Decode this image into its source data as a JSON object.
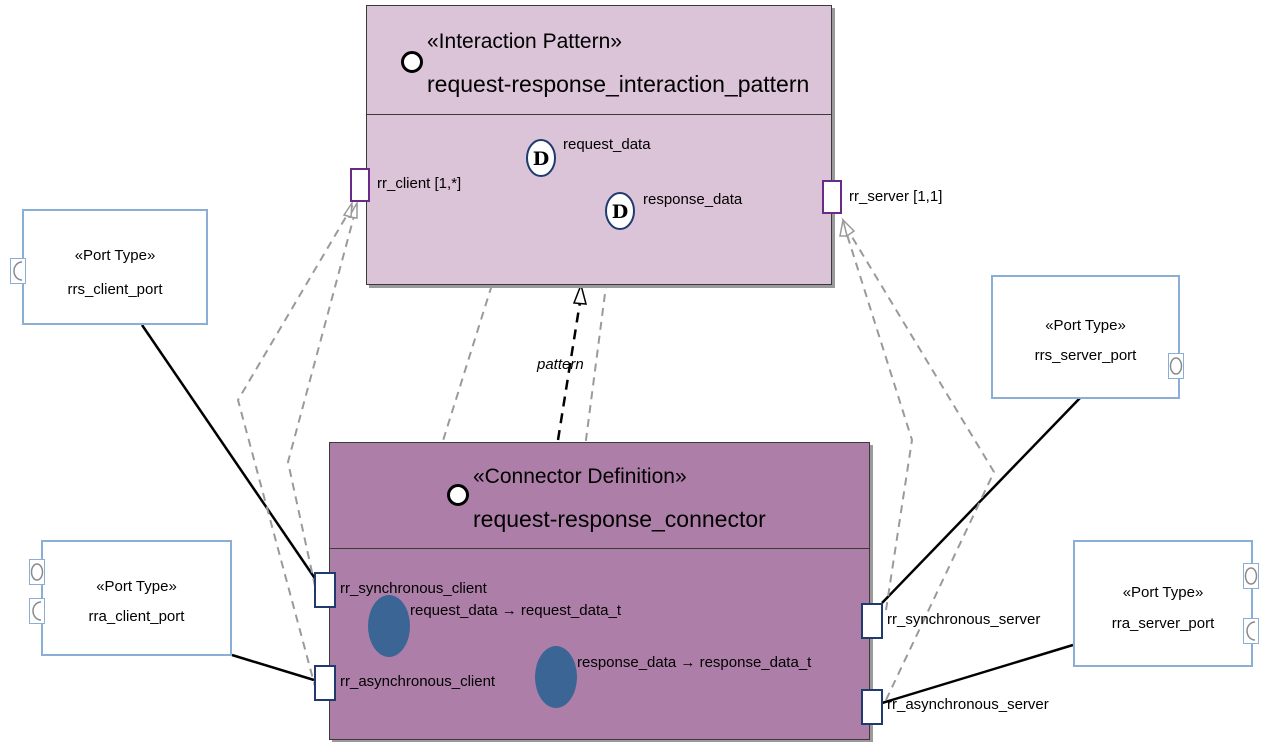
{
  "interaction_pattern": {
    "stereotype": "«Interaction Pattern»",
    "name": "request-response_interaction_pattern",
    "roles": [
      {
        "label": "rr_client [1,*]"
      },
      {
        "label": "rr_server [1,1]"
      }
    ],
    "data_items": [
      {
        "icon_letter": "D",
        "label": "request_data"
      },
      {
        "icon_letter": "D",
        "label": "response_data"
      }
    ]
  },
  "connector_definition": {
    "stereotype": "«Connector Definition»",
    "name": "request-response_connector",
    "ports": [
      {
        "label": "rr_synchronous_client"
      },
      {
        "label": "rr_asynchronous_client"
      },
      {
        "label": "rr_synchronous_server"
      },
      {
        "label": "rr_asynchronous_server"
      }
    ],
    "mappings": [
      {
        "label": "request_data → request_data_t"
      },
      {
        "label": "response_data → response_data_t"
      }
    ]
  },
  "pattern_label": "pattern",
  "port_types": [
    {
      "stereotype": "«Port Type»",
      "name": "rrs_client_port"
    },
    {
      "stereotype": "«Port Type»",
      "name": "rra_client_port"
    },
    {
      "stereotype": "«Port Type»",
      "name": "rrs_server_port"
    },
    {
      "stereotype": "«Port Type»",
      "name": "rra_server_port"
    }
  ],
  "colors": {
    "interaction_pattern_fill": "#dbc3d8",
    "connector_definition_fill": "#ad7fa8",
    "port_type_border": "#8aaed6",
    "mapping_dot": "#3b6595"
  }
}
